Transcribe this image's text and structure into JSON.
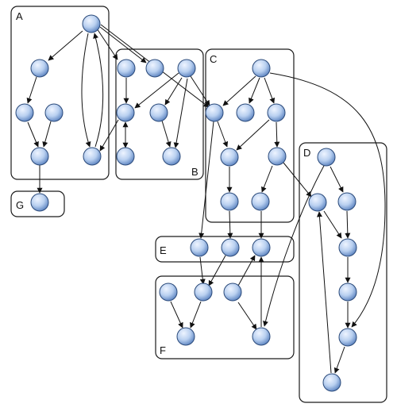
{
  "diagram": {
    "clusters": [
      {
        "id": "A",
        "label": "A"
      },
      {
        "id": "B",
        "label": "B"
      },
      {
        "id": "C",
        "label": "C"
      },
      {
        "id": "D",
        "label": "D"
      },
      {
        "id": "E",
        "label": "E"
      },
      {
        "id": "F",
        "label": "F"
      },
      {
        "id": "G",
        "label": "G"
      }
    ],
    "node_color_top": "#eef4ff",
    "node_color_mid": "#b9d0f0",
    "node_color_bottom": "#5f86c2",
    "edge_color": "#111111",
    "cluster_border_color": "#1a1a1a"
  }
}
